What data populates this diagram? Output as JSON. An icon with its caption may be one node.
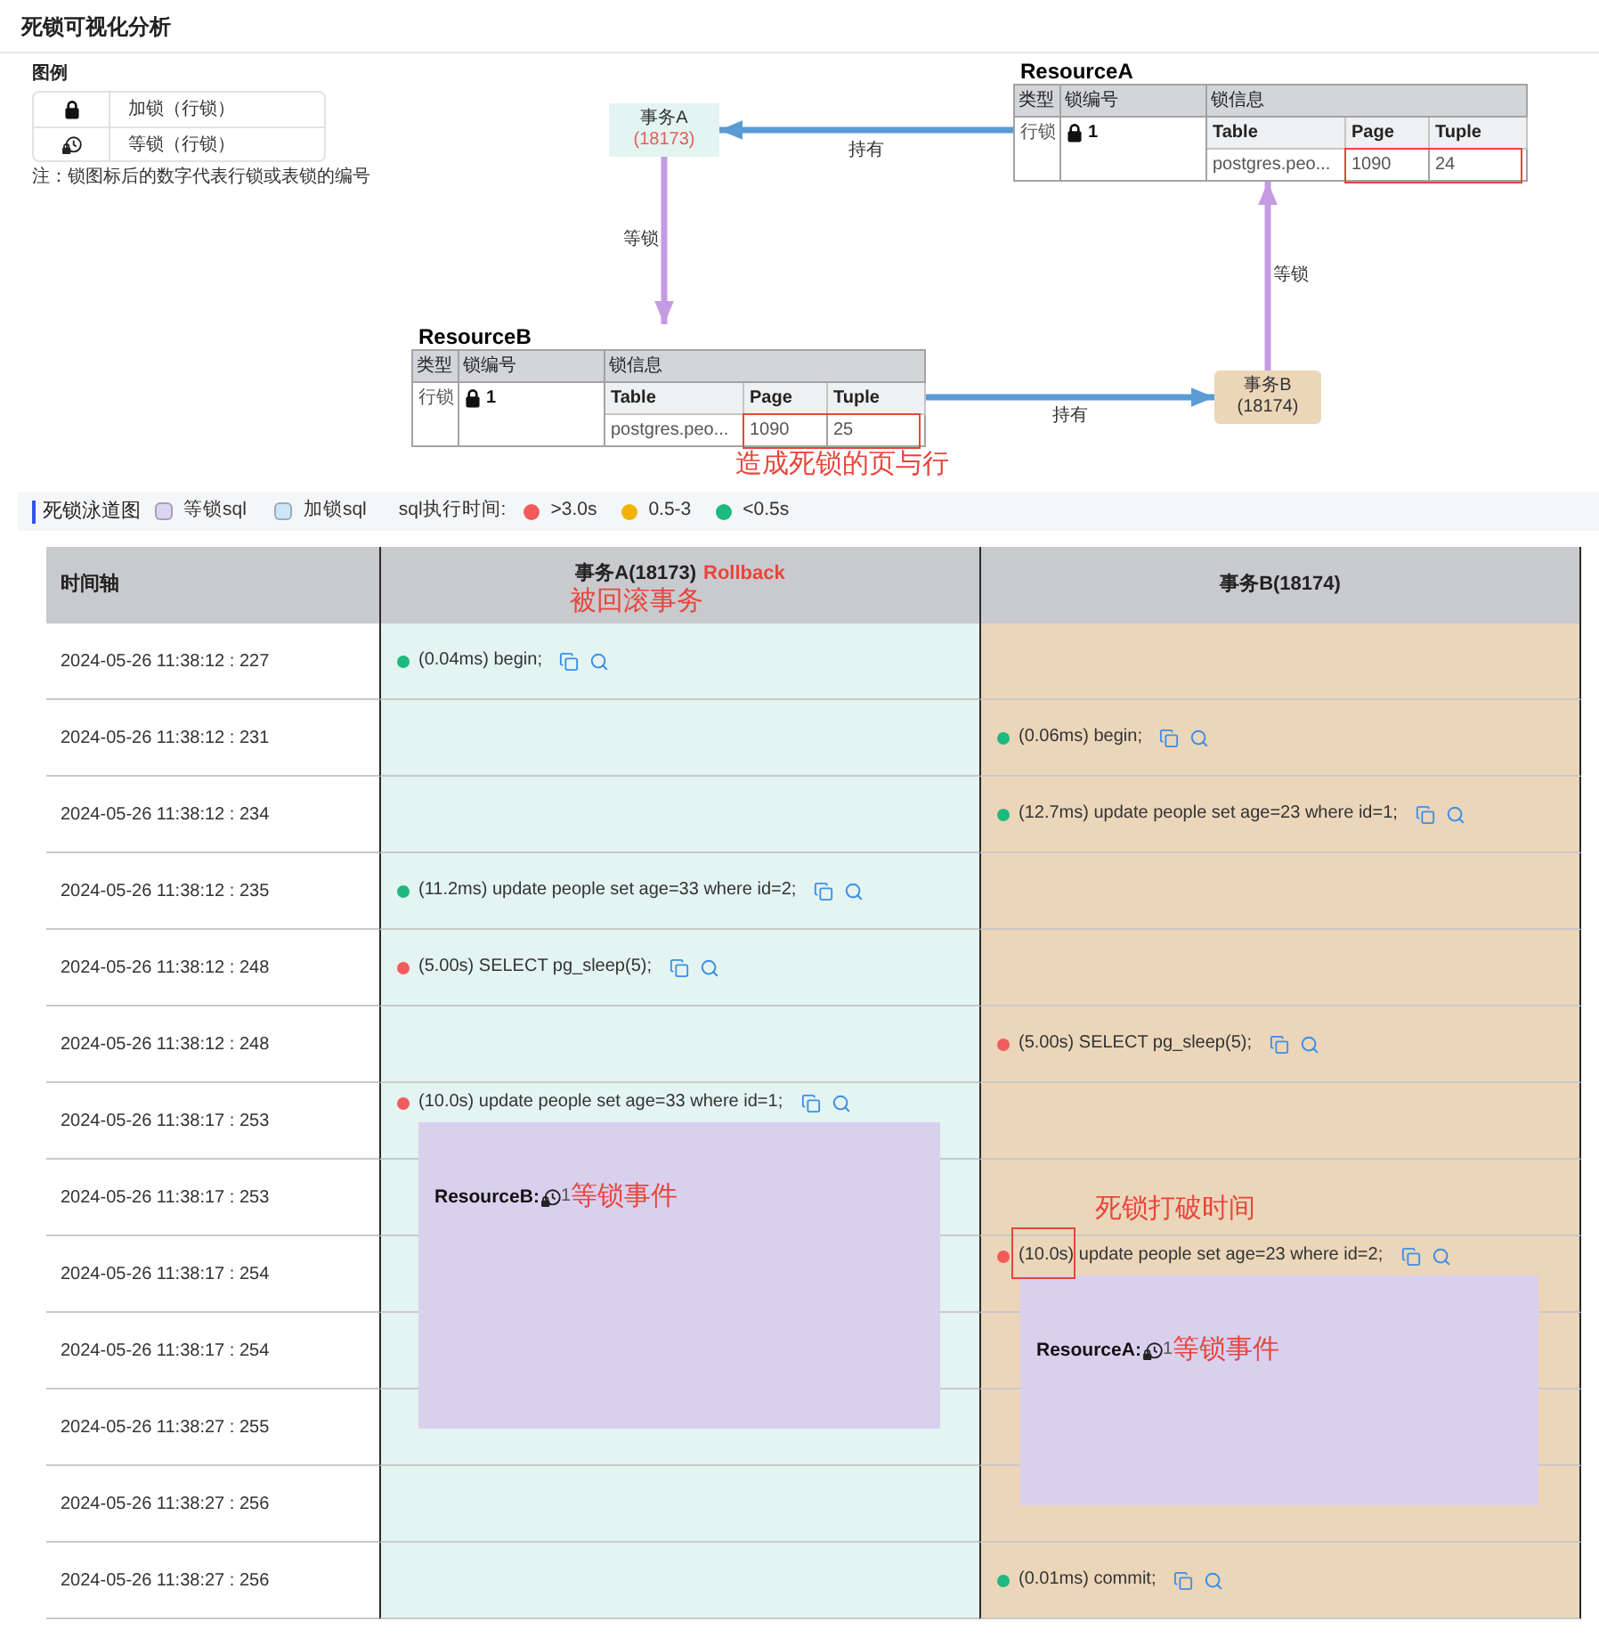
{
  "diagram": {
    "title": "死锁可视化分析",
    "nodes": [
      {
        "text": [
          "事务A",
          "(18173)"
        ]
      },
      {
        "text": [
          "ResourceA",
          "类型",
          "锁编号",
          "锁信息",
          "行锁",
          "1",
          "Table",
          "Page",
          "Tuple",
          "postgres.peo...",
          "1090",
          "24"
        ]
      },
      {
        "text": [
          "ResourceB",
          "类型",
          "锁编号",
          "锁信息",
          "行锁",
          "1",
          "Table",
          "Page",
          "Tuple",
          "postgres.peo...",
          "1090",
          "25"
        ],
        "beside": [
          "造成死锁的页与行"
        ]
      },
      {
        "text": [
          "事务B",
          "(18174)"
        ]
      },
      {
        "text": [
          "ResourceB:",
          "1",
          "等锁事件"
        ]
      },
      {
        "text": [
          "ResourceA:",
          "1",
          "等锁事件"
        ]
      }
    ],
    "edges": [
      {
        "from": 1,
        "to": 0,
        "arrow": "to",
        "label": "持有",
        "color": "#5b9bd5"
      },
      {
        "from": 0,
        "to": 2,
        "arrow": "to",
        "label": "等锁",
        "color": "#c59be3"
      },
      {
        "from": 2,
        "to": 3,
        "arrow": "to",
        "label": "持有",
        "color": "#5b9bd5"
      },
      {
        "from": 3,
        "to": 1,
        "arrow": "to",
        "label": "等锁",
        "color": "#c59be3"
      }
    ],
    "labels": [
      "图例",
      "注：锁图标后的数字代表行锁或表锁的编号",
      "死锁泳道图",
      "sql执行时间:",
      "时间轴",
      "事务A(18173)",
      "Rollback",
      "被回滚事务",
      "事务B(18174)",
      "2024-05-26 11:38:12 : 227",
      "(0.04ms) begin;",
      "2024-05-26 11:38:12 : 231",
      "(0.06ms) begin;",
      "2024-05-26 11:38:12 : 234",
      "(12.7ms) update people set age=23 where id=1;",
      "2024-05-26 11:38:12 : 235",
      "(11.2ms) update people set age=33 where id=2;",
      "2024-05-26 11:38:12 : 248",
      "(5.00s) SELECT pg_sleep(5);",
      "2024-05-26 11:38:12 : 248",
      "(5.00s) SELECT pg_sleep(5);",
      "2024-05-26 11:38:17 : 253",
      "(10.0s) update people set age=33 where id=1;",
      "2024-05-26 11:38:17 : 253",
      "死锁打破时间",
      "2024-05-26 11:38:17 : 254",
      "(10.0s) update people set age=23 where id=2;",
      "2024-05-26 11:38:17 : 254",
      "2024-05-26 11:38:27 : 255",
      "2024-05-26 11:38:27 : 256",
      "2024-05-26 11:38:27 : 256",
      "(0.01ms) commit;"
    ],
    "legend": [
      {
        "text": "加锁（行锁）"
      },
      {
        "text": "等锁（行锁）"
      },
      {
        "text": "等锁sql",
        "color": "#dcd5f2"
      },
      {
        "text": "加锁sql",
        "color": "#cde7f7"
      },
      {
        "text": ">3.0s",
        "color": "#f25b5b"
      },
      {
        "text": "0.5-3",
        "color": "#f0b400"
      },
      {
        "text": "<0.5s",
        "color": "#1db97f"
      }
    ]
  }
}
